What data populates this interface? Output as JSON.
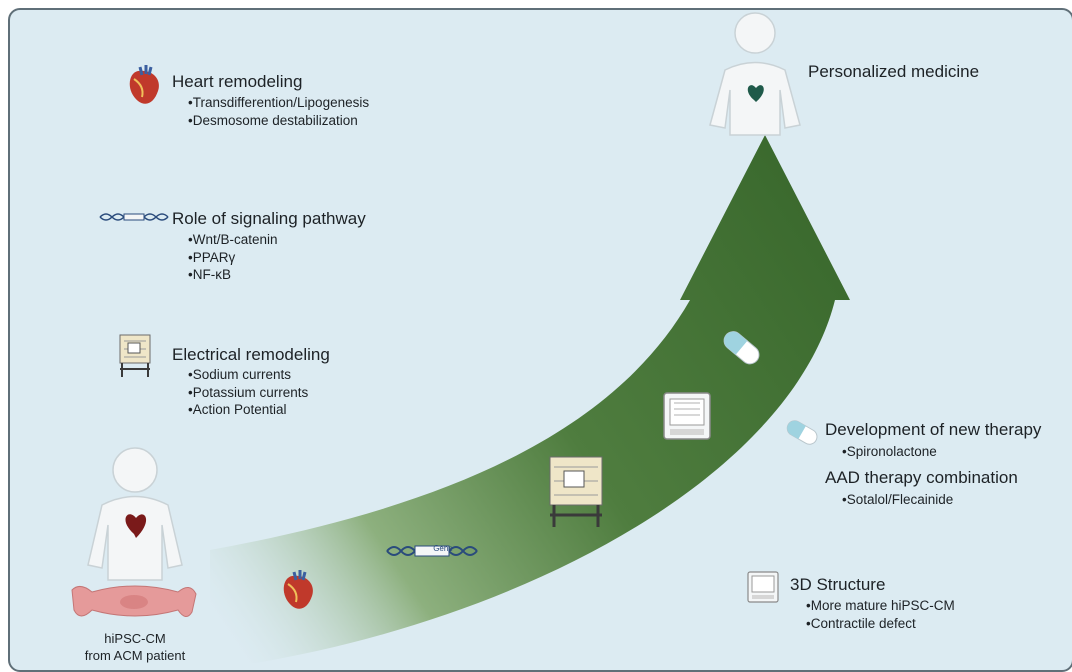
{
  "sections": {
    "heart_remodeling": {
      "title": "Heart remodeling",
      "items": [
        "Transdifferention/Lipogenesis",
        "Desmosome destabilization"
      ]
    },
    "signaling": {
      "title": "Role of signaling pathway",
      "items": [
        "Wnt/B-catenin",
        "PPARγ",
        "NF-κB"
      ]
    },
    "electrical": {
      "title": "Electrical remodeling",
      "items": [
        "Sodium currents",
        "Potassium currents",
        "Action Potential"
      ]
    },
    "personalized": {
      "title": "Personalized medicine"
    },
    "new_therapy": {
      "title": "Development of new therapy",
      "items": [
        "Spironolactone"
      ]
    },
    "aad": {
      "title": "AAD therapy combination",
      "items": [
        "Sotalol/Flecainide"
      ]
    },
    "structure3d": {
      "title": "3D Structure",
      "items": [
        "More mature hiPSC-CM",
        "Contractile defect"
      ]
    }
  },
  "patient_caption": [
    "hiPSC-CM",
    "from ACM patient"
  ],
  "gene_label": "Gene",
  "colors": {
    "background": "#dcebf2",
    "arrow_dark": "#3b6a2e",
    "heart_dark": "#7a1a1a",
    "heart_teal": "#1f5a4a",
    "tissue": "#e59a9a"
  }
}
